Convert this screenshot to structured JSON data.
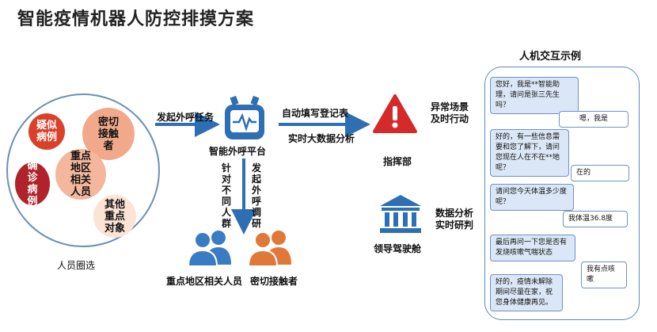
{
  "title": "智能疫情机器人防控排摸方案",
  "people": {
    "caption": "人员圈选",
    "suspected": "疑似病例",
    "close_contact": "密切接触者",
    "key_area": "重点地区相关人员",
    "confirmed": "确诊病例",
    "other_key": "其他重点对象"
  },
  "flow": {
    "initiate_call": "发起外呼任务",
    "platform": "智能外呼平台",
    "auto_fill": "自动填写登记表",
    "realtime_analysis": "实时大数据分析",
    "targeted": "针对不同人群",
    "survey_call": "发起外呼调研",
    "command_center": "指挥部",
    "alert": "异常场景及时行动",
    "data_analysis": "数据分析实时研判",
    "leadership": "领导驾驶舱",
    "key_area_people": "重点地区相关人员",
    "close_contacts": "密切接触者"
  },
  "chat": {
    "title": "人机交互示例",
    "messages": [
      {
        "role": "bot",
        "text": "您好，我是**智能助理，请问是张三先生吗？"
      },
      {
        "role": "user",
        "text": "嗯，我是"
      },
      {
        "role": "bot",
        "text": "好的，有一些信息需要和您了解下，请问您现在人在不在**地呢？"
      },
      {
        "role": "user",
        "text": "在的"
      },
      {
        "role": "bot",
        "text": "请问您今天体温多少度呢？"
      },
      {
        "role": "user",
        "text": "我体温36.8度"
      },
      {
        "role": "bot",
        "text": "最后再问一下您是否有发烧咳嗽气喘状态"
      },
      {
        "role": "user",
        "text": "我有点咳嗽"
      },
      {
        "role": "bot",
        "text": "好的，疫情未解除期间尽量在家，祝您身体健康再见。"
      }
    ]
  },
  "colors": {
    "accent": "#2e6fb4",
    "alert_red": "#d42a2a",
    "person_blue": "#3a7cc3",
    "person_orange": "#e0783a"
  }
}
